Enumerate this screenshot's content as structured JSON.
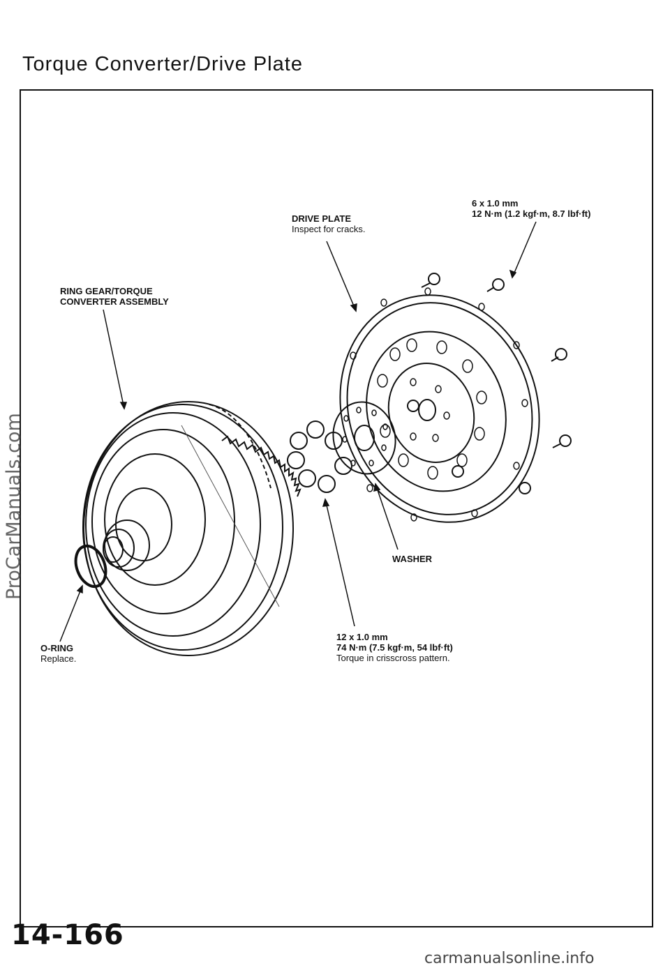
{
  "page": {
    "title": "Torque Converter/Drive Plate",
    "page_number": "14-166",
    "footer_watermark": "carmanualsonline.info",
    "side_watermark": "ProCarManuals.com"
  },
  "callouts": {
    "bolt_small": {
      "line1": "6 x 1.0 mm",
      "line2": "12 N·m (1.2 kgf·m, 8.7 lbf·ft)"
    },
    "drive_plate": {
      "line1": "DRIVE PLATE",
      "line2": "Inspect for cracks."
    },
    "ring_gear": {
      "line1": "RING GEAR/TORQUE",
      "line2": "CONVERTER ASSEMBLY"
    },
    "washer": {
      "line1": "WASHER"
    },
    "bolt_large": {
      "line1": "12 x 1.0 mm",
      "line2": "74 N·m (7.5 kgf·m, 54 lbf·ft)",
      "line3": "Torque in crisscross pattern."
    },
    "o_ring": {
      "line1": "O-RING",
      "line2": "Replace."
    }
  }
}
